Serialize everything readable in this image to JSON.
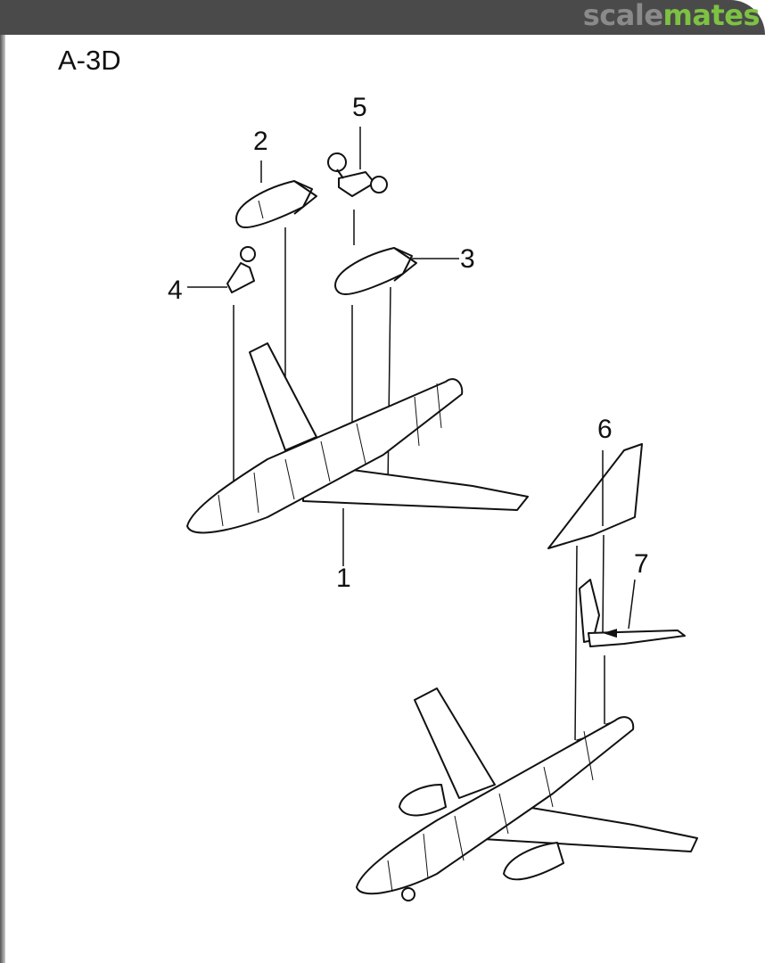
{
  "watermark": {
    "part1": "scale",
    "part2": "mates"
  },
  "title": "A-3D",
  "callouts": {
    "c1": "1",
    "c2": "2",
    "c3": "3",
    "c4": "4",
    "c5": "5",
    "c6": "6",
    "c7": "7"
  }
}
